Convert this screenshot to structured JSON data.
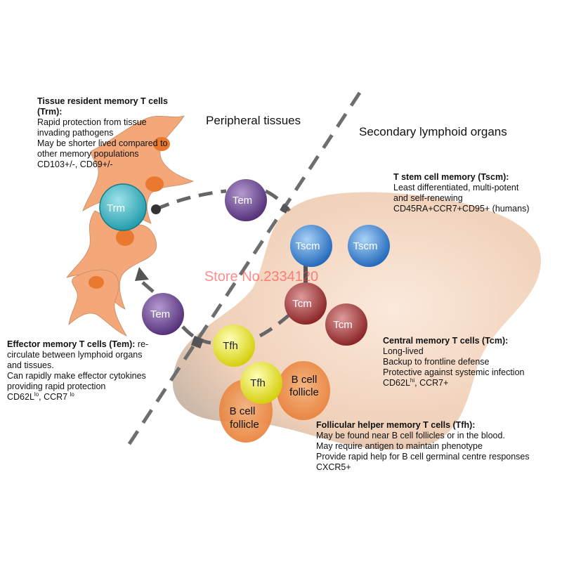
{
  "regions": {
    "peripheral": "Peripheral tissues",
    "lymphoid": "Secondary lymphoid organs"
  },
  "watermark": "Store No.2334120",
  "cells": {
    "trm": "Trm",
    "tem_top": "Tem",
    "tem_bottom": "Tem",
    "tscm_1": "Tscm",
    "tscm_2": "Tscm",
    "tcm_1": "Tcm",
    "tcm_2": "Tcm",
    "tfh_1": "Tfh",
    "tfh_2": "Tfh"
  },
  "follicles": {
    "right": [
      "B cell",
      "follicle"
    ],
    "left": [
      "B cell",
      "follicle"
    ]
  },
  "trm_block": {
    "title": "Tissue resident memory T cells",
    "abbr": "(Trm):",
    "lines": [
      "Rapid protection from tissue",
      "invading pathogens",
      "May be shorter lived compared to",
      "other memory populations",
      "CD103+/-, CD69+/-"
    ]
  },
  "tscm_block": {
    "title": "T stem cell memory (Tscm):",
    "lines": [
      "Least differentiated, multi-potent",
      "and self-renewing",
      "CD45RA+CCR7+CD95+ (humans)"
    ]
  },
  "tcm_block": {
    "title": "Central memory T cells (Tcm):",
    "lines": [
      "Long-lived",
      "Backup to frontline defense",
      "Protective against systemic infection"
    ],
    "marker_a": "CD62L",
    "marker_a_sup": "hi",
    "marker_b": ", CCR7+"
  },
  "tem_block": {
    "title": "Effector memory T cells (Tem):",
    "title_tail": " re-",
    "lines": [
      "circulate between lymphoid organs",
      "and tissues.",
      "Can rapidly make effector cytokines",
      "providing rapid protection"
    ],
    "marker_a": "CD62L",
    "marker_a_sup": "lo",
    "marker_b": ", CCR7 ",
    "marker_b_sup": "lo"
  },
  "tfh_block": {
    "title": "Follicular helper memory T cells (Tfh):",
    "lines": [
      "May be found near B cell follicles or in the blood.",
      "May require antigen to maintain phenotype",
      "Provide rapid help for B cell germinal centre responses",
      "CXCR5+"
    ]
  },
  "colors": {
    "trm": "#2ab0bf",
    "tem": "#6b3f8f",
    "tscm": "#2b7fd0",
    "tcm": "#a22a2c",
    "tfh": "#e8e600",
    "tissue": "#f4a87a",
    "tissue_nucleus": "#e8792f",
    "lymphoid": "#f1d5c0",
    "follicle": "#ee8a3a",
    "dashes": "#666666",
    "watermark": "#ff3b3b"
  }
}
